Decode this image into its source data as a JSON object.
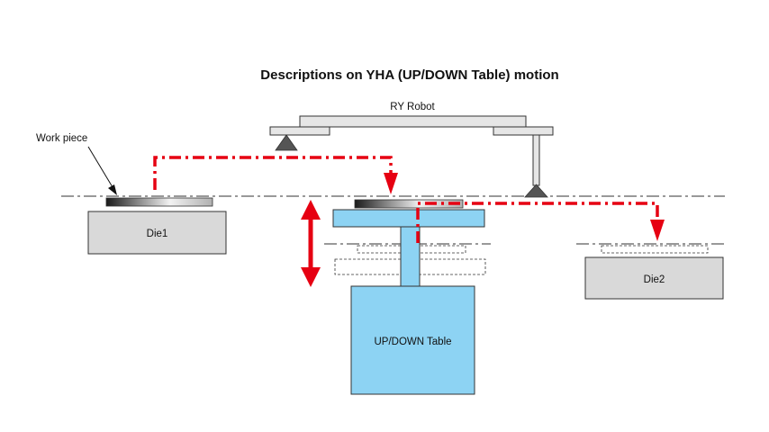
{
  "title": "Descriptions on YHA (UP/DOWN Table) motion",
  "labels": {
    "robot": "RY Robot",
    "work_piece": "Work piece",
    "die1": "Die1",
    "die2": "Die2",
    "table": "UP/DOWN Table"
  },
  "colors": {
    "path": "#e60012",
    "table_fill": "#8dd3f3",
    "die_fill": "#d9d9d9",
    "robot_fill": "#e6e6e6",
    "outline": "#333333"
  }
}
